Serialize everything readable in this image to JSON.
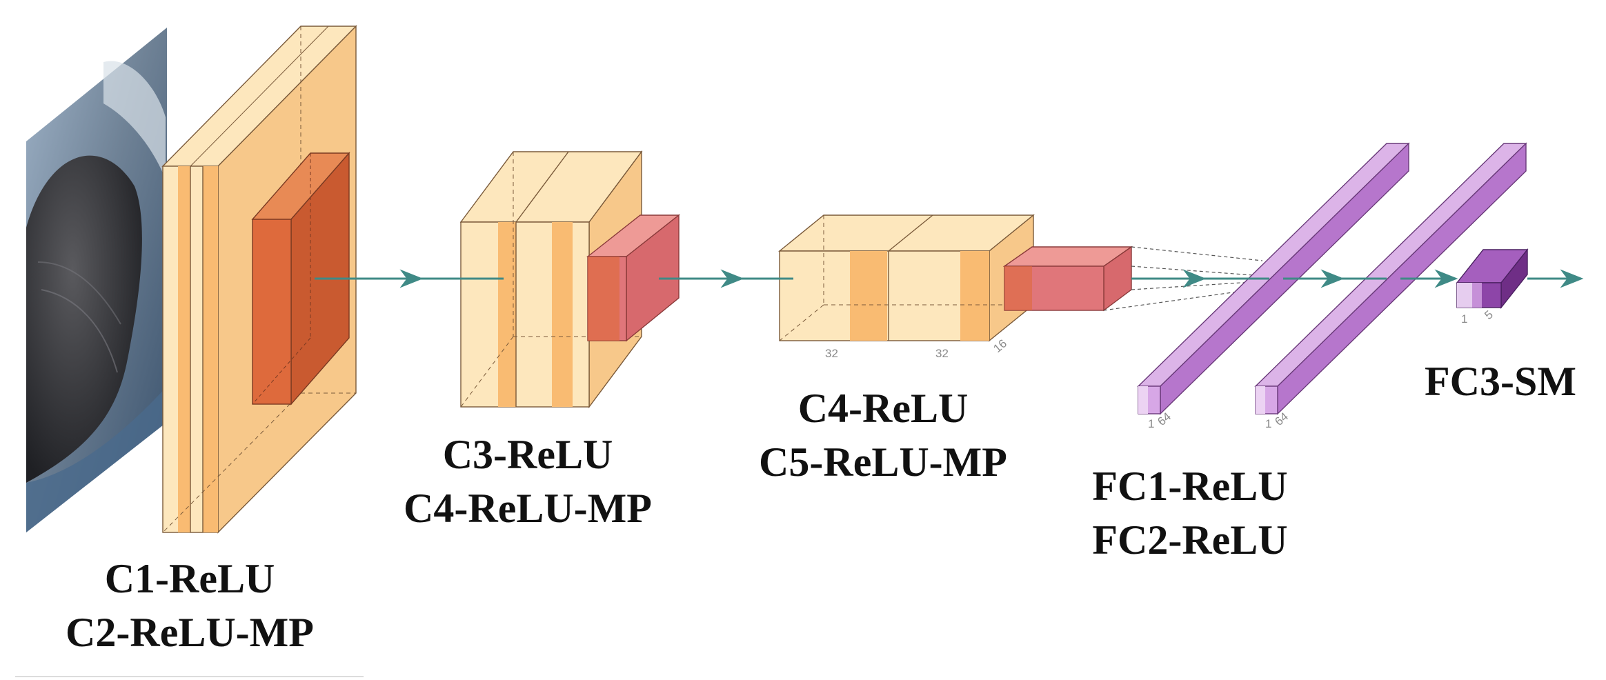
{
  "captions": {
    "block1": [
      "C1-ReLU",
      "C2-ReLU-MP"
    ],
    "block2": [
      "C3-ReLU",
      "C4-ReLU-MP"
    ],
    "block3": [
      "C4-ReLU",
      "C5-ReLU-MP"
    ],
    "fc12": [
      "FC1-ReLU",
      "FC2-ReLU"
    ],
    "fc3": "FC3-SM"
  },
  "dims": {
    "block3_a": "32",
    "block3_b": "32",
    "block3_c": "16",
    "fc1_a": "1",
    "fc1_b": "64",
    "fc2_a": "1",
    "fc2_b": "64",
    "fc3_a": "1",
    "fc3_b": "5"
  },
  "colors": {
    "conv_face": "#fde7bd",
    "conv_stripe": "#f9bb72",
    "conv_side": "#f7c88a",
    "kernel": "#de6a3c",
    "pool": "#e0767a",
    "fc": "#c68ad6",
    "fc_dark": "#7d3a92",
    "arrow": "#3f8a86"
  },
  "icons": {
    "input_image": "whale-photo-icon",
    "arrow": "arrow-right-icon"
  }
}
